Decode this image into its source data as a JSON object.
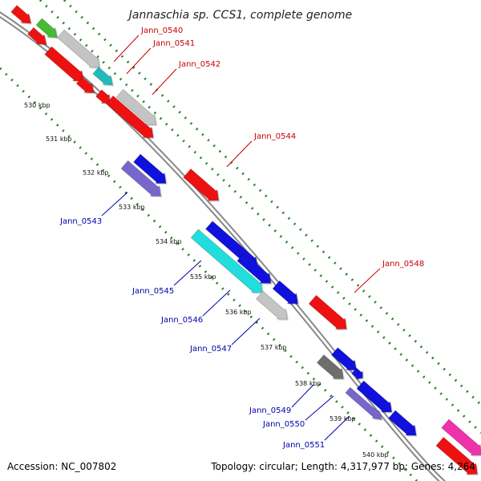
{
  "title": "Jannaschia sp. CCS1, complete genome",
  "footer": {
    "accession": "Accession: NC_007802",
    "summary": "Topology: circular; Length: 4,317,977 bp; Genes: 4,264"
  },
  "colors": {
    "red": "#ee1111",
    "gray": "#c4c4c4",
    "darkgray": "#6e6e6e",
    "cyan": "#22dddd",
    "teal": "#22bbbb",
    "green": "#44bb33",
    "blue": "#1111dd",
    "slate": "#7766cc",
    "pink": "#ee33aa",
    "backbone": "#888888",
    "dots": "#228822",
    "label_red": "#cc0000",
    "label_blue": "#0000aa"
  },
  "scale": [
    {
      "label": "530 kbp"
    },
    {
      "label": "531 kbp"
    },
    {
      "label": "532 kbp"
    },
    {
      "label": "533 kbp"
    },
    {
      "label": "534 kbp"
    },
    {
      "label": "535 kbp"
    },
    {
      "label": "536 kbp"
    },
    {
      "label": "537 kbp"
    },
    {
      "label": "538 kbp"
    },
    {
      "label": "539 kbp"
    },
    {
      "label": "540 kbp"
    }
  ],
  "gene_labels": {
    "top": [
      "Jann_0540",
      "Jann_0541",
      "Jann_0542",
      "Jann_0544",
      "Jann_0548"
    ],
    "bottom": [
      "Jann_0543",
      "Jann_0545",
      "Jann_0546",
      "Jann_0547",
      "Jann_0549",
      "Jann_0550",
      "Jann_0551"
    ]
  }
}
